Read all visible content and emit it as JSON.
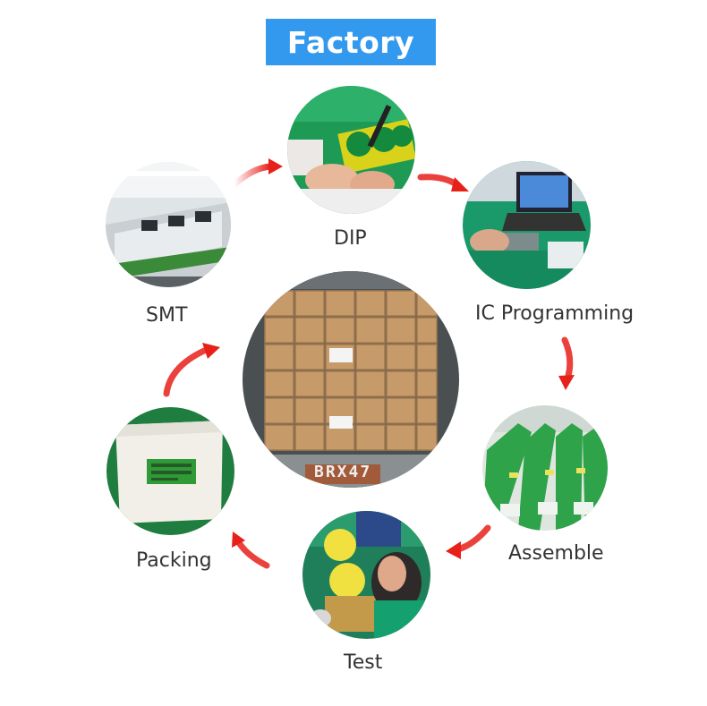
{
  "title": "Factory",
  "steps": [
    {
      "label": "SMT"
    },
    {
      "label": "DIP"
    },
    {
      "label": "IC Programming"
    },
    {
      "label": "Assemble"
    },
    {
      "label": "Test"
    },
    {
      "label": "Packing"
    }
  ],
  "center_photo": {
    "container_code": "BRX47"
  },
  "arrow_color": "#e8201a",
  "title_bg": "#3399ee"
}
